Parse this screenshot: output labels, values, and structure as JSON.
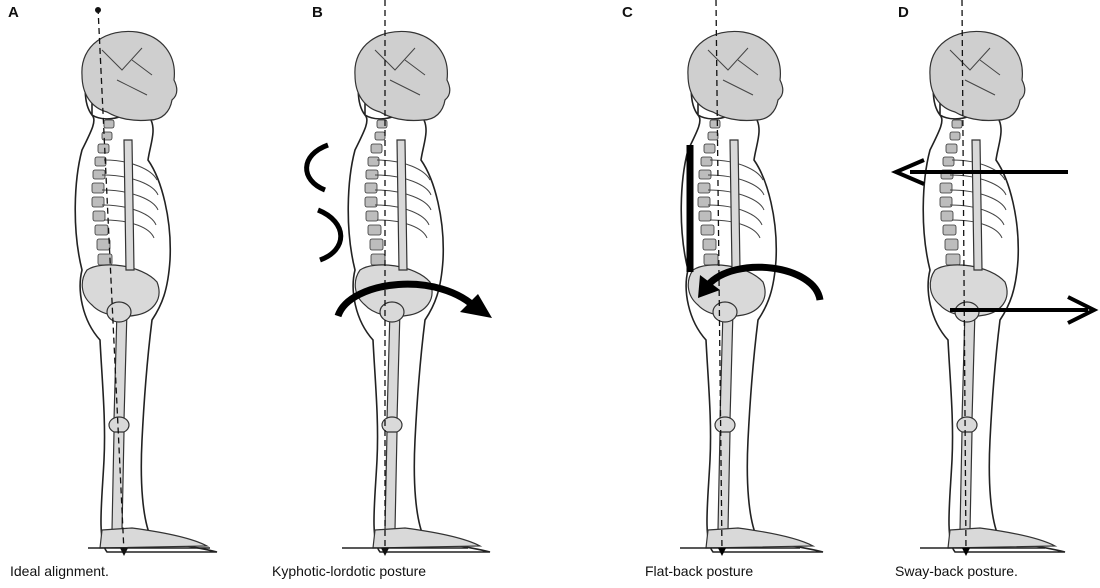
{
  "panels": [
    {
      "letter": "A",
      "caption": "Ideal alignment."
    },
    {
      "letter": "B",
      "caption": "Kyphotic-lordotic posture"
    },
    {
      "letter": "C",
      "caption": "Flat-back posture"
    },
    {
      "letter": "D",
      "caption": "Sway-back posture."
    }
  ]
}
